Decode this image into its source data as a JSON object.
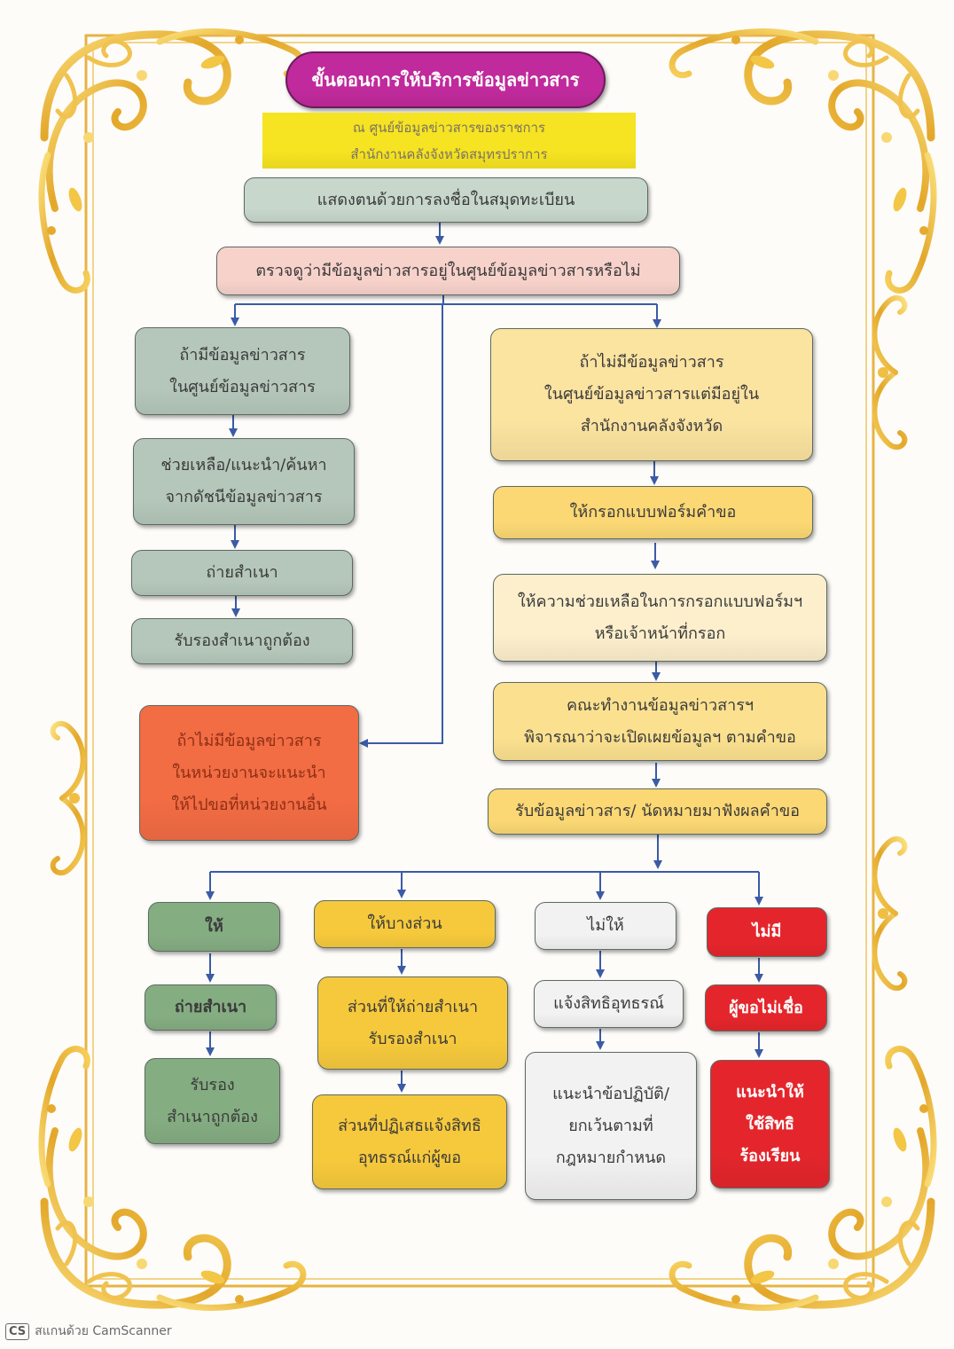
{
  "title": "ขั้นตอนการให้บริการข้อมูลข่าวสาร",
  "subtitle": [
    "ณ ศูนย์ข้อมูลข่าวสารของราชการ",
    "สำนักงานคลังจังหวัดสมุทรปราการ"
  ],
  "steps": {
    "register": "แสดงตนด้วยการลงชื่อในสมุดทะเบียน",
    "check": "ตรวจดูว่ามีข้อมูลข่าวสารอยู่ในศูนย์ข้อมูลข่าวสารหรือไม่"
  },
  "left_branch": {
    "has_info": [
      "ถ้ามีข้อมูลข่าวสาร",
      "ในศูนย์ข้อมูลข่าวสาร"
    ],
    "help": [
      "ช่วยเหลือ/แนะนำ/ค้นหา",
      "จากดัชนีข้อมูลข่าวสาร"
    ],
    "copy": "ถ่ายสำเนา",
    "certify": "รับรองสำเนาถูกต้อง",
    "no_info": [
      "ถ้าไม่มีข้อมูลข่าวสาร",
      "ในหน่วยงานจะแนะนำ",
      "ให้ไปขอที่หน่วยงานอื่น"
    ]
  },
  "right_branch": {
    "at_office": [
      "ถ้าไม่มีข้อมูลข่าวสาร",
      "ในศูนย์ข้อมูลข่าวสารแต่มีอยู่ใน",
      "สำนักงานคลังจังหวัด"
    ],
    "fill_form": "ให้กรอกแบบฟอร์มคำขอ",
    "assist": [
      "ให้ความช่วยเหลือในการกรอกแบบฟอร์มฯ",
      "หรือเจ้าหน้าที่กรอก"
    ],
    "committee": [
      "คณะทำงานข้อมูลข่าวสารฯ",
      "พิจารณาว่าจะเปิดเผยข้อมูลฯ ตามคำขอ"
    ],
    "receive": "รับข้อมูลข่าวสาร/ นัดหมายมาฟังผลคำขอ"
  },
  "outcomes": {
    "give": {
      "label": "ให้",
      "copy": "ถ่ายสำเนา",
      "certify": [
        "รับรอง",
        "สำเนาถูกต้อง"
      ]
    },
    "partial": {
      "label": "ให้บางส่วน",
      "copy": [
        "ส่วนที่ให้ถ่ายสำเนา",
        "รับรองสำเนา"
      ],
      "refused": [
        "ส่วนที่ปฏิเสธแจ้งสิทธิ",
        "อุทธรณ์แก่ผู้ขอ"
      ]
    },
    "refuse": {
      "label": "ไม่ให้",
      "notify": "แจ้งสิทธิอุทธรณ์",
      "advise": [
        "แนะนำข้อปฏิบัติ/",
        "ยกเว้นตามที่",
        "กฎหมายกำหนด"
      ]
    },
    "none": {
      "label": "ไม่มี",
      "disbelief": "ผู้ขอไม่เชื่อ",
      "complain": [
        "แนะนำให้",
        "ใช้สิทธิ",
        "ร้องเรียน"
      ]
    }
  },
  "footer": {
    "logo": "CS",
    "text": "สแกนด้วย CamScanner"
  },
  "colors": {
    "title": "#c02a9c",
    "subtitle": "#f6e321",
    "register": "#c8d7cc",
    "check": "#f7d2cb",
    "left_green": "#b5c7ba",
    "orange": "#f26c44",
    "yellow_light": "#fbe3a0",
    "yellow": "#fbd874",
    "cream": "#fdefcc",
    "yellow_mid": "#fbe18f",
    "green": "#85ad82",
    "gold": "#f6c93c",
    "white": "#f2f2f2",
    "red": "#e4262c",
    "connector": "#3b5ba5",
    "frame_gold": "#e6b445"
  }
}
